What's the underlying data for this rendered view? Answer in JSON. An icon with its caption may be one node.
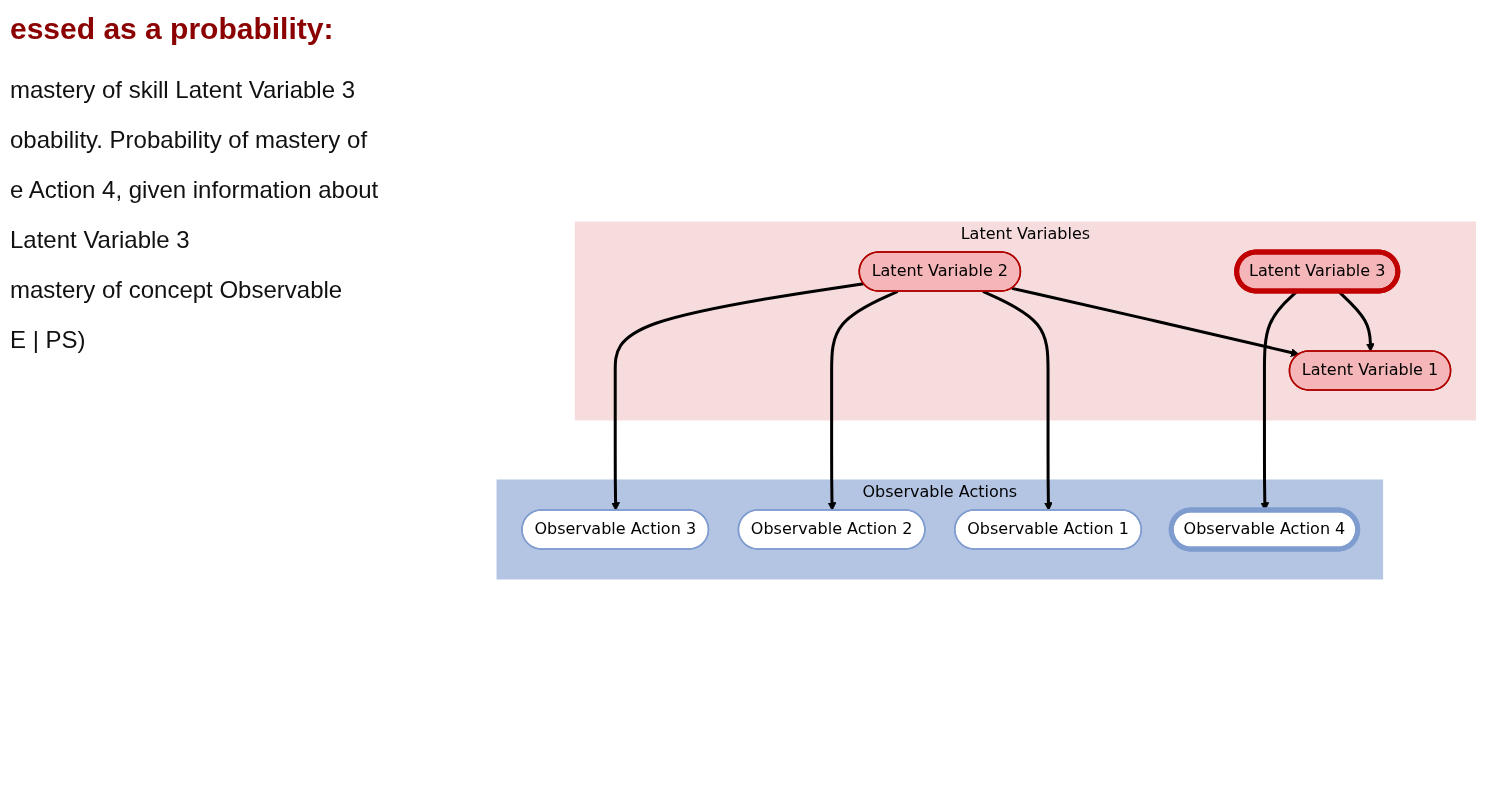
{
  "diagram": {
    "title": "essed as a probability:",
    "nodes": [
      {
        "text": [
          "Latent Variables"
        ]
      },
      {
        "text": [
          "Latent Variable 1"
        ],
        "in": 0
      },
      {
        "text": [
          "Latent Variable 2"
        ],
        "in": 0
      },
      {
        "text": [
          "Latent Variable 3"
        ],
        "in": 0
      },
      {
        "text": [
          "Observable Actions"
        ]
      },
      {
        "text": [
          "Observable Action 1"
        ],
        "in": 4
      },
      {
        "text": [
          "Observable Action 2"
        ],
        "in": 4
      },
      {
        "text": [
          "Observable Action 3"
        ],
        "in": 4
      },
      {
        "text": [
          "Observable Action 4"
        ],
        "in": 4
      }
    ],
    "edges": [
      {
        "from": 2,
        "to": 1,
        "arrow": "to"
      },
      {
        "from": 3,
        "to": 1,
        "arrow": "to"
      },
      {
        "from": 2,
        "to": 5,
        "arrow": "to"
      },
      {
        "from": 2,
        "to": 6,
        "arrow": "to"
      },
      {
        "from": 2,
        "to": 7,
        "arrow": "to"
      },
      {
        "from": 3,
        "to": 8,
        "arrow": "to"
      }
    ],
    "labels": [
      "mastery of skill Latent Variable 3",
      "obability.  Probability of mastery of",
      "e Action 4, given information about",
      "Latent Variable 3",
      "mastery of concept Observable",
      "E | PS)"
    ]
  }
}
